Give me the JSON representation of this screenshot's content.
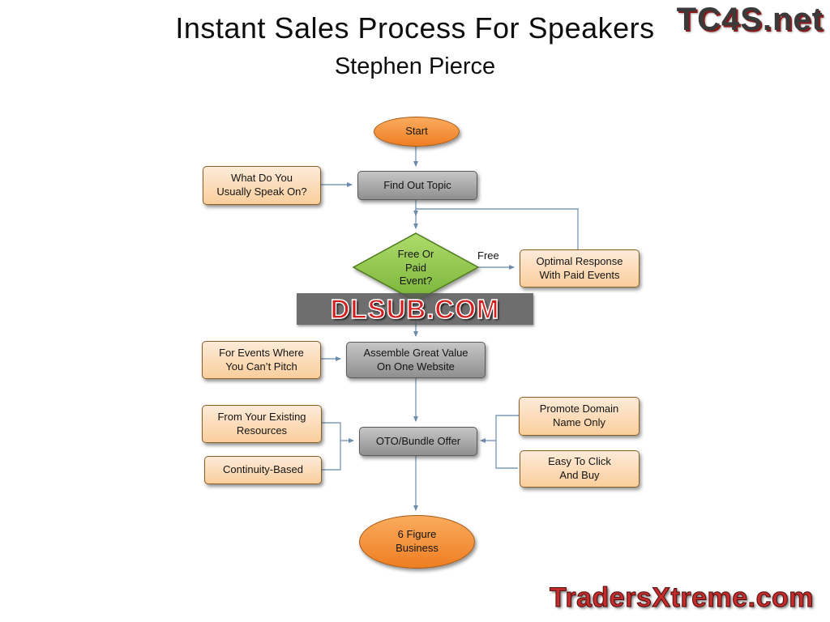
{
  "header": {
    "title": "Instant Sales Process For Speakers",
    "subtitle": "Stephen Pierce"
  },
  "watermarks": {
    "top_right": "TC4S.net",
    "center": "DLSUB.COM",
    "bottom_right": "TradersXtreme.com"
  },
  "flowchart": {
    "nodes": {
      "start": "Start",
      "find_out_topic": "Find Out Topic",
      "what_speak": "What Do You\nUsually Speak On?",
      "decision": "Free Or\nPaid\nEvent?",
      "optimal_response": "Optimal Response\nWith Paid Events",
      "assemble_value": "Assemble Great Value\nOn One Website",
      "cant_pitch": "For Events Where\nYou Can’t Pitch",
      "oto_bundle": "OTO/Bundle Offer",
      "existing_resources": "From Your Existing\nResources",
      "continuity": "Continuity-Based",
      "promote_domain": "Promote Domain\nName Only",
      "easy_click": "Easy To Click\nAnd Buy",
      "six_figure": "6 Figure\nBusiness"
    },
    "edge_labels": {
      "free": "Free"
    },
    "colors": {
      "terminator_fill": "#F79646",
      "process_fill": "#A6A6A6",
      "callout_fill": "#FBD5B5",
      "decision_fill": "#92D050",
      "connector": "#7E9CBC"
    }
  }
}
